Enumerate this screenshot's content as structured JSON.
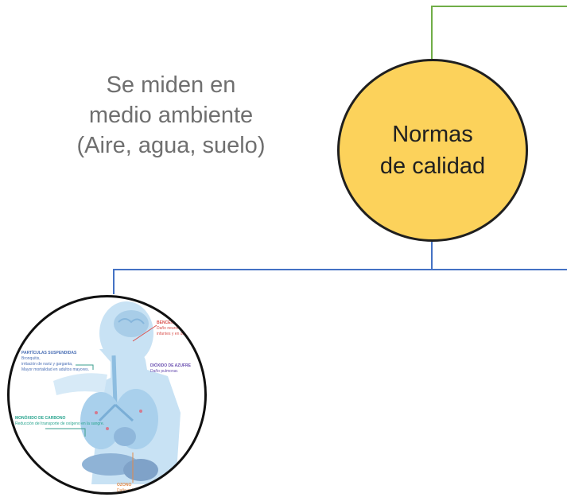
{
  "main_node": {
    "line1": "Normas",
    "line2": "de calidad"
  },
  "side_note": {
    "line1": "Se miden en",
    "line2": "medio ambiente",
    "line3": "(Aire, agua, suelo)"
  },
  "illustration": {
    "type": "respiratory-system-illustration",
    "labels": [
      "PARTÍCULAS SUSPENDIDAS",
      "Bronquitis,",
      "irritación de nariz y garganta,",
      "Mayor mortalidad en adultos mayores.",
      "MONÓXIDO DE CARBONO",
      "Reducción del transporte de oxígeno en la sangre.",
      "BENCENO",
      "Daño neuronal,",
      "infantes y en desarrollo.",
      "DIÓXIDO DE AZUFRE",
      "Daño pulmonar.",
      "OZONO",
      "Daño pulmonar."
    ]
  },
  "colors": {
    "node_fill": "#fcd25b",
    "node_border": "#1f1f1f",
    "connector_green": "#70ad47",
    "connector_blue": "#4472c4",
    "note_text": "#6f6f6f"
  }
}
